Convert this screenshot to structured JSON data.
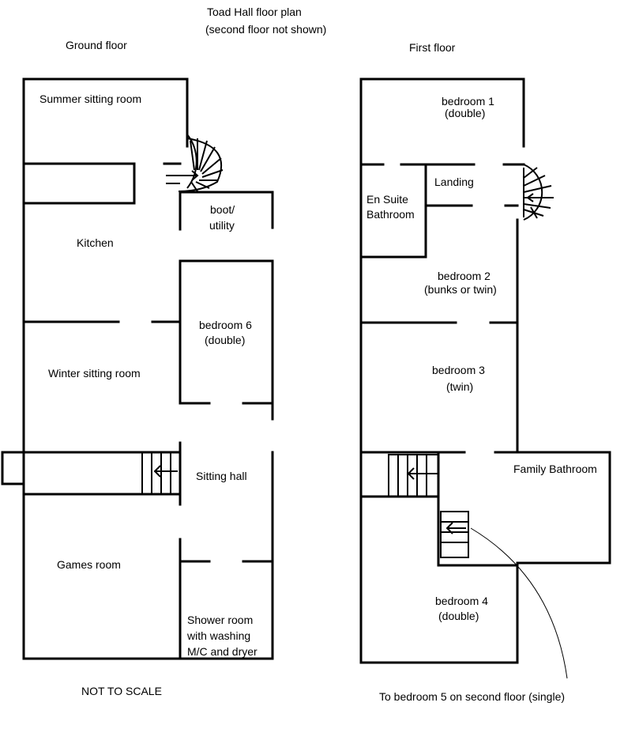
{
  "title": {
    "line1": "Toad Hall floor plan",
    "line2": "(second floor not shown)"
  },
  "ground": {
    "heading": "Ground floor",
    "rooms": {
      "summer": "Summer sitting room",
      "boot_1": "boot/",
      "boot_2": "utility",
      "kitchen": "Kitchen",
      "bed6_1": "bedroom 6",
      "bed6_2": "(double)",
      "winter": "Winter sitting room",
      "sitting_hall": "Sitting hall",
      "games": "Games room",
      "shower_1": "Shower room",
      "shower_2": "with washing",
      "shower_3": "M/C and dryer"
    }
  },
  "first": {
    "heading": "First floor",
    "rooms": {
      "bed1_1": "bedroom 1",
      "bed1_2": "(double)",
      "landing": "Landing",
      "ensuite_1": "En Suite",
      "ensuite_2": "Bathroom",
      "bed2_1": "bedroom 2",
      "bed2_2": "(bunks or twin)",
      "bed3_1": "bedroom 3",
      "bed3_2": "(twin)",
      "family_bath": "Family Bathroom",
      "bed4_1": "bedroom 4",
      "bed4_2": "(double)"
    }
  },
  "notes": {
    "scale": "NOT TO SCALE",
    "bedroom5": "To bedroom 5 on second floor (single)"
  }
}
